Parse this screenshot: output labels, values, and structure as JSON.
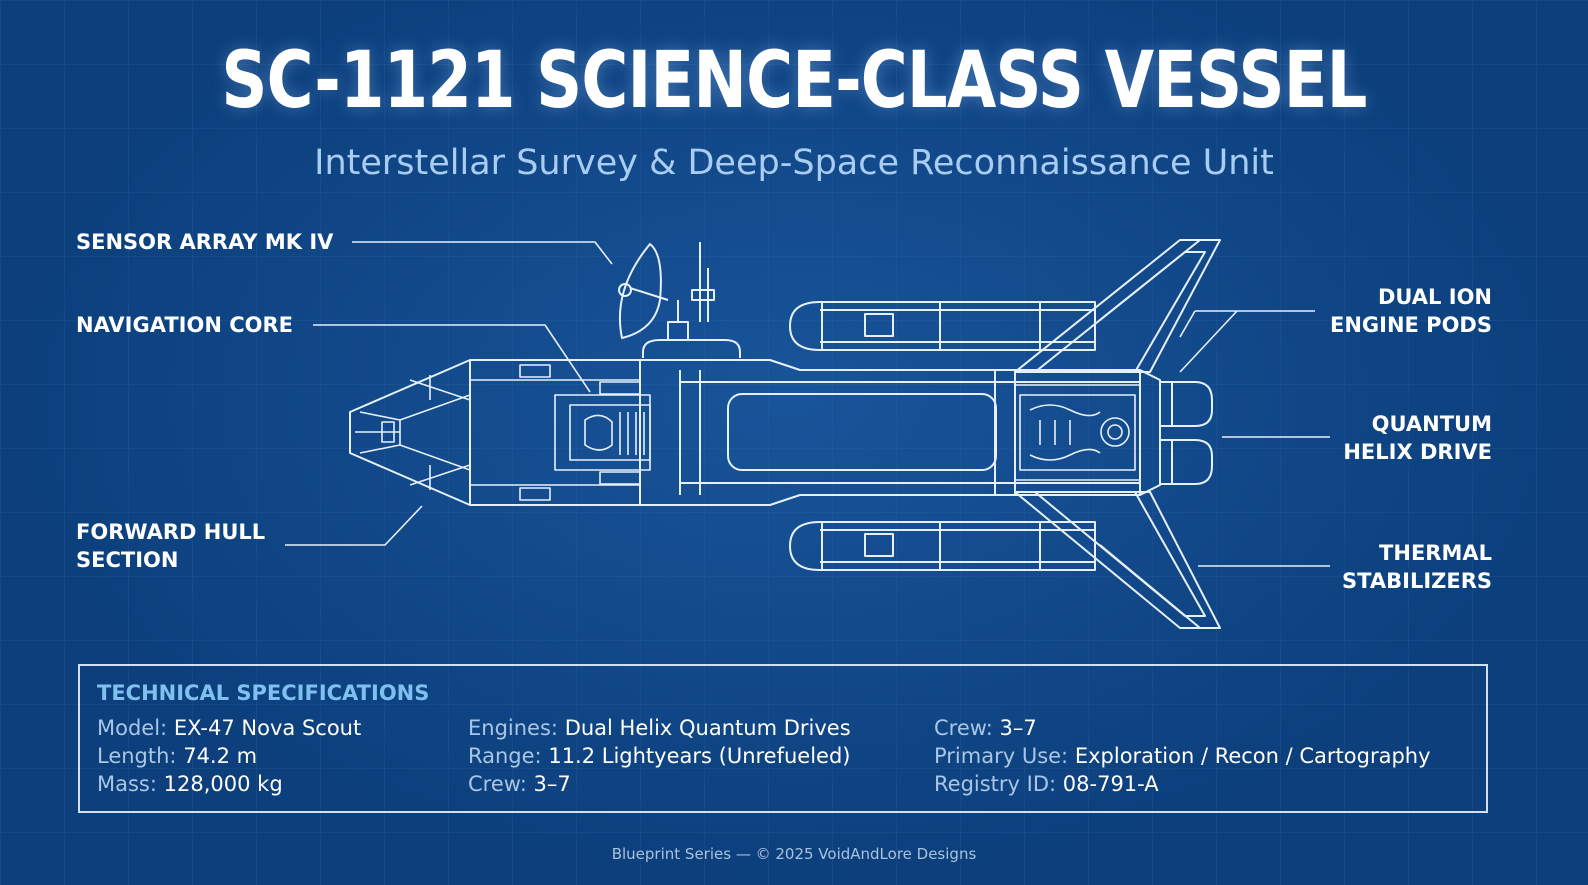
{
  "header": {
    "title": "SC-1121 SCIENCE-CLASS VESSEL",
    "subtitle": "Interstellar Survey & Deep-Space Reconnaissance Unit"
  },
  "callouts": {
    "sensor_array": [
      "SENSOR ARRAY MK IV"
    ],
    "navigation_core": [
      "NAVIGATION CORE"
    ],
    "forward_hull": [
      "FORWARD HULL",
      "SECTION"
    ],
    "engine_pods": [
      "DUAL ION",
      "ENGINE PODS"
    ],
    "helix_drive": [
      "QUANTUM",
      "HELIX DRIVE"
    ],
    "stabilizers": [
      "THERMAL",
      "STABILIZERS"
    ]
  },
  "specs": {
    "title": "TECHNICAL SPECIFICATIONS",
    "columns": [
      [
        {
          "label": "Model:",
          "value": "EX-47 Nova Scout"
        },
        {
          "label": "Length:",
          "value": "74.2 m"
        },
        {
          "label": "Mass:",
          "value": "128,000 kg"
        }
      ],
      [
        {
          "label": "Engines:",
          "value": "Dual Helix Quantum Drives"
        },
        {
          "label": "Range:",
          "value": "11.2 Lightyears (Unrefueled)"
        },
        {
          "label": "Crew:",
          "value": "3–7"
        }
      ],
      [
        {
          "label": "Crew:",
          "value": "3–7"
        },
        {
          "label": "Primary Use:",
          "value": "Exploration / Recon / Cartography"
        },
        {
          "label": "Registry ID:",
          "value": "08-791-A"
        }
      ]
    ]
  },
  "footer": "Blueprint Series — © 2025 VoidAndLore Designs",
  "colors": {
    "background": "#0c3f7c",
    "line": "#e6f0fb",
    "accent": "#7fc0f0",
    "subtitle": "#a9cdf2"
  }
}
